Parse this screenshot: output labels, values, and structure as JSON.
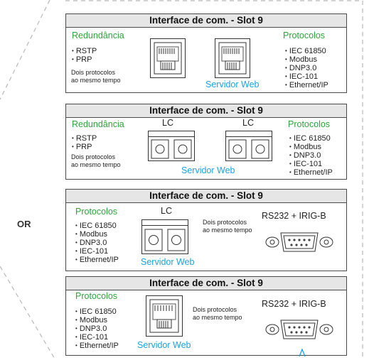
{
  "or_label": "OR",
  "cards": [
    {
      "title": "Interface de com. - Slot 9",
      "left_heading": "Redundância",
      "left_items": [
        "RSTP",
        "PRP"
      ],
      "note": [
        "Dois protocolos",
        "ao mesmo tempo"
      ],
      "center_caption": "Servidor Web",
      "right_heading": "Protocolos",
      "right_items": [
        "IEC 61850",
        "Modbus",
        "DNP3.0",
        "IEC-101",
        "Ethernet/IP"
      ]
    },
    {
      "title": "Interface de com. - Slot 9",
      "left_heading": "Redundância",
      "left_items": [
        "RSTP",
        "PRP"
      ],
      "note": [
        "Dois protocolos",
        "ao mesmo tempo"
      ],
      "connector_labels": [
        "LC",
        "LC"
      ],
      "center_caption": "Servidor Web",
      "right_heading": "Protocolos",
      "right_items": [
        "IEC 61850",
        "Modbus",
        "DNP3.0",
        "IEC-101",
        "Ethernet/IP"
      ]
    },
    {
      "title": "Interface de com. - Slot 9",
      "left_heading": "Protocolos",
      "left_items": [
        "IEC 61850",
        "Modbus",
        "DNP3.0",
        "IEC-101",
        "Ethernet/IP"
      ],
      "connector_label": "LC",
      "note": [
        "Dois protocolos",
        "ao mesmo tempo"
      ],
      "center_caption": "Servidor Web",
      "serial_label": "RS232 + IRIG-B"
    },
    {
      "title": "Interface de com. - Slot 9",
      "left_heading": "Protocolos",
      "left_items": [
        "IEC 61850",
        "Modbus",
        "DNP3.0",
        "IEC-101",
        "Ethernet/IP"
      ],
      "note": [
        "Dois protocolos",
        "ao mesmo tempo"
      ],
      "center_caption": "Servidor Web",
      "serial_label": "RS232 + IRIG-B"
    }
  ],
  "colors": {
    "green": "#2ea43a",
    "blue": "#1aa3e0",
    "header": "#e6e6e6",
    "border": "#4a4a4a",
    "dash": "#b8b8b8"
  }
}
